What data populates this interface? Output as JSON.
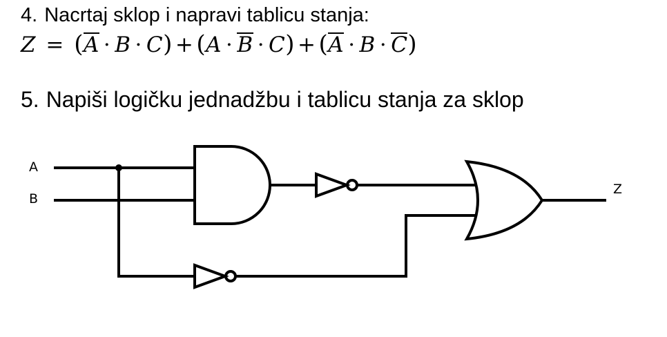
{
  "task4": {
    "number": "4.",
    "text": "Nacrtaj sklop i napravi tablicu stanja:"
  },
  "equation": {
    "lhs": "Z",
    "equals": "=",
    "terms": [
      [
        {
          "v": "A",
          "neg": true
        },
        {
          "v": "B",
          "neg": false
        },
        {
          "v": "C",
          "neg": false
        }
      ],
      [
        {
          "v": "A",
          "neg": false
        },
        {
          "v": "B",
          "neg": true
        },
        {
          "v": "C",
          "neg": false
        }
      ],
      [
        {
          "v": "A",
          "neg": true
        },
        {
          "v": "B",
          "neg": false
        },
        {
          "v": "C",
          "neg": true
        }
      ]
    ],
    "and_op": "·",
    "or_op": "+"
  },
  "task5": {
    "number": "5.",
    "text": "Napiši logičku jednadžbu i tablicu stanja za sklop"
  },
  "circuit": {
    "input_a": "A",
    "input_b": "B",
    "output": "Z",
    "gates": [
      "AND",
      "NOT",
      "NOT",
      "OR"
    ]
  }
}
